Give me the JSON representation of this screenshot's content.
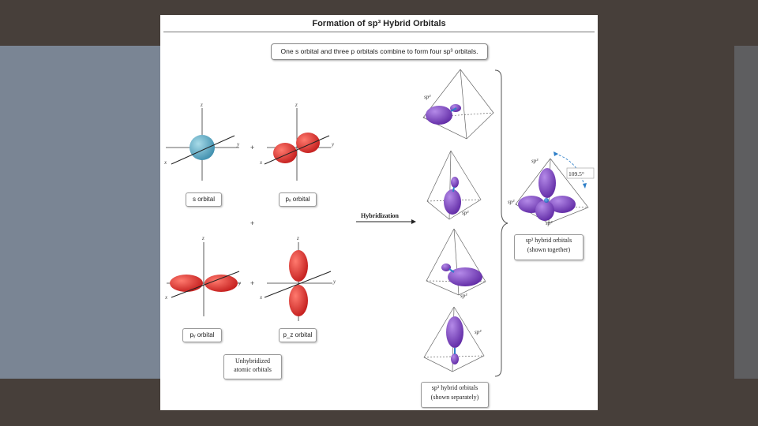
{
  "title": "Formation of sp³ Hybrid Orbitals",
  "callout": "One s orbital and three p orbitals combine to form four sp³ orbitals.",
  "orbital_labels": {
    "s": "s orbital",
    "px": "pₓ orbital",
    "py": "pᵧ orbital",
    "pz": "p_z orbital"
  },
  "unhybridized_label": [
    "Unhybridized",
    "atomic orbitals"
  ],
  "hybridization_label": "Hybridization",
  "separate_label": [
    "sp³ hybrid orbitals",
    "(shown separately)"
  ],
  "together_label": [
    "sp³ hybrid orbitals",
    "(shown together)"
  ],
  "angle": "109.5°",
  "sp3": "sp³",
  "axes": {
    "x": "x",
    "y": "y",
    "z": "z"
  },
  "plus": "+",
  "colors": {
    "s_orbital": "#4fa3c0",
    "p_orbital": "#d92a2a",
    "hybrid": "#7d3fc2",
    "angle_arc": "#2e7fc8"
  }
}
